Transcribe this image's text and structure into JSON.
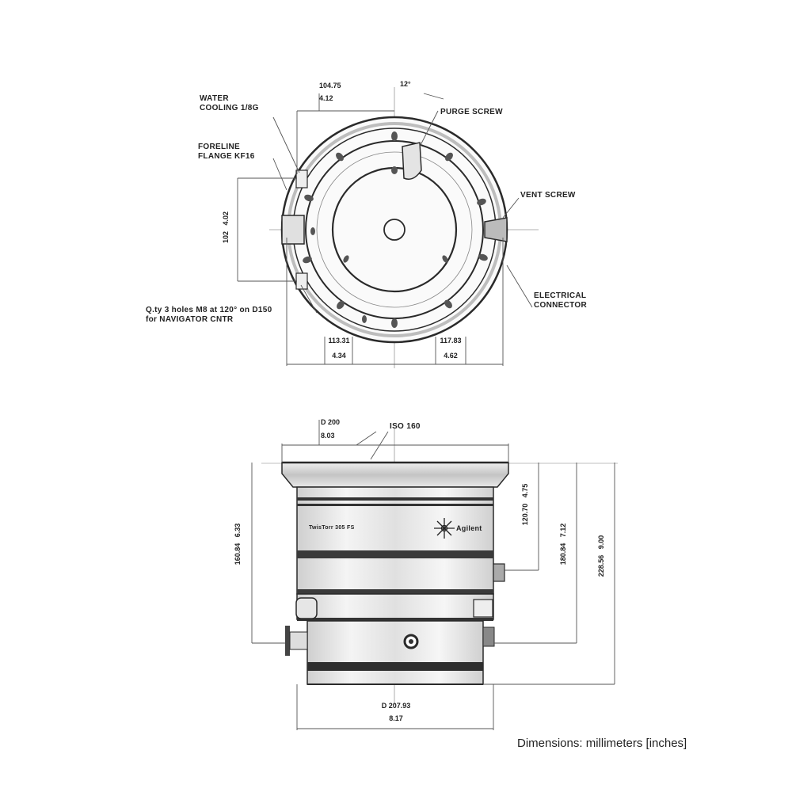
{
  "top_view": {
    "callouts": {
      "water_cooling": [
        "WATER",
        "COOLING 1/8G"
      ],
      "foreline_flange": [
        "FORELINE",
        "FLANGE KF16"
      ],
      "purge_screw": "PURGE SCREW",
      "vent_screw": "VENT SCREW",
      "electrical_connector": [
        "ELECTRICAL",
        "CONNECTOR"
      ],
      "mounting_holes": [
        "Q.ty 3 holes M8 at 120° on D150",
        "for NAVIGATOR CNTR"
      ]
    },
    "dimensions": {
      "top_offset": [
        "104.75",
        "4.12"
      ],
      "angle": "12°",
      "left_vertical": [
        "102",
        "4.02"
      ],
      "bottom_left": [
        "113.31",
        "4.34"
      ],
      "bottom_right": [
        "117.83",
        "4.62"
      ]
    }
  },
  "side_view": {
    "dimensions": {
      "flange_diameter": [
        "D 200",
        "8.03"
      ],
      "flange_type": "ISO 160",
      "left_height": [
        "160.84",
        "6.33"
      ],
      "right_1": [
        "120.70",
        "4.75"
      ],
      "right_2": [
        "180.84",
        "7.12"
      ],
      "right_3": [
        "228.56",
        "9.00"
      ],
      "body_diameter": [
        "D 207.93",
        "8.17"
      ]
    },
    "body_label": "TwisTorr 305 FS",
    "brand_label": "Agilent"
  },
  "caption": "Dimensions: millimeters [inches]",
  "colors": {
    "line": "#2a2a2a",
    "metal_light": "#e6e6e6",
    "metal_mid": "#c8c8c8",
    "metal_dark": "#3a3a3a"
  }
}
